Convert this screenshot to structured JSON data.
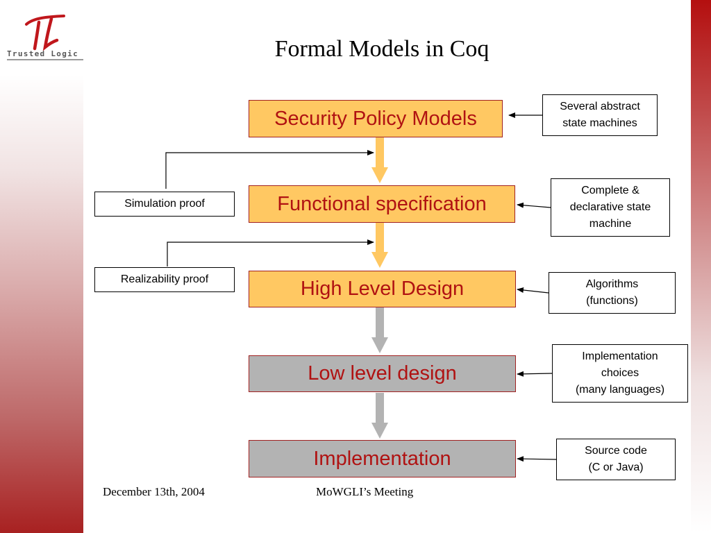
{
  "slide": {
    "title": "Formal Models in Coq",
    "logo": {
      "text": "Trusted Logic"
    },
    "stages": [
      {
        "label": "Security Policy Models",
        "style": "orange"
      },
      {
        "label": "Functional specification",
        "style": "orange"
      },
      {
        "label": "High Level Design",
        "style": "orange"
      },
      {
        "label": "Low level design",
        "style": "gray"
      },
      {
        "label": "Implementation",
        "style": "gray"
      }
    ],
    "notes": [
      {
        "lines": [
          "Several abstract",
          "state machines"
        ]
      },
      {
        "lines": [
          "Complete &",
          "declarative state",
          "machine"
        ]
      },
      {
        "lines": [
          "Algorithms",
          "(functions)"
        ]
      },
      {
        "lines": [
          "Implementation",
          "choices",
          "(many languages)"
        ]
      },
      {
        "lines": [
          "Source code",
          "(C or Java)"
        ]
      }
    ],
    "proofs": [
      "Simulation proof",
      "Realizability proof"
    ],
    "footer": {
      "date": "December 13th, 2004",
      "event": "MoWGLI’s Meeting"
    },
    "colors": {
      "stage_fill_orange": "#ffc862",
      "stage_fill_gray": "#b3b3b3",
      "stage_text": "#b01212",
      "stage_border": "#a02020",
      "arrow_orange": "#ffc862",
      "arrow_gray": "#b3b3b3",
      "accent_red": "#b40f0f"
    }
  }
}
